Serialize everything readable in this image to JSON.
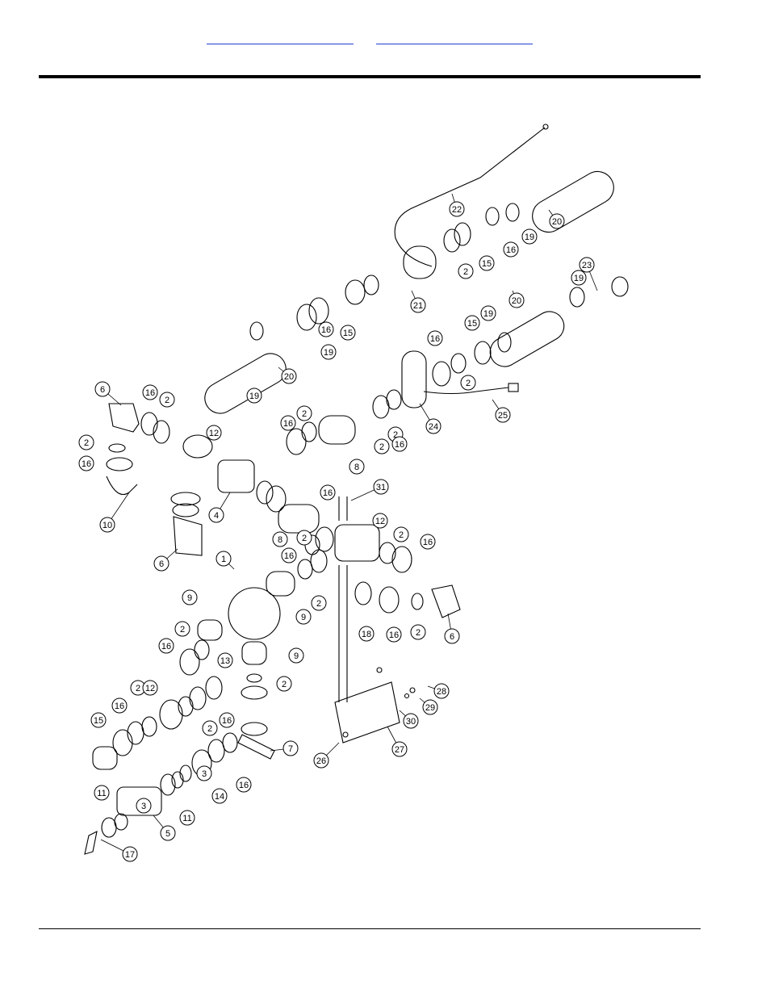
{
  "header": {
    "links": [
      "",
      ""
    ]
  },
  "diagram": {
    "callouts": [
      {
        "id": "c1",
        "label": "1"
      },
      {
        "id": "c2a",
        "label": "2"
      },
      {
        "id": "c2b",
        "label": "2"
      },
      {
        "id": "c2c",
        "label": "2"
      },
      {
        "id": "c2d",
        "label": "2"
      },
      {
        "id": "c2e",
        "label": "2"
      },
      {
        "id": "c2f",
        "label": "2"
      },
      {
        "id": "c2g",
        "label": "2"
      },
      {
        "id": "c2h",
        "label": "2"
      },
      {
        "id": "c2i",
        "label": "2"
      },
      {
        "id": "c2j",
        "label": "2"
      },
      {
        "id": "c2k",
        "label": "2"
      },
      {
        "id": "c2l",
        "label": "2"
      },
      {
        "id": "c2m",
        "label": "2"
      },
      {
        "id": "c2n",
        "label": "2"
      },
      {
        "id": "c2o",
        "label": "2"
      },
      {
        "id": "c3a",
        "label": "3"
      },
      {
        "id": "c3b",
        "label": "3"
      },
      {
        "id": "c4",
        "label": "4"
      },
      {
        "id": "c5",
        "label": "5"
      },
      {
        "id": "c6a",
        "label": "6"
      },
      {
        "id": "c6b",
        "label": "6"
      },
      {
        "id": "c6c",
        "label": "6"
      },
      {
        "id": "c7",
        "label": "7"
      },
      {
        "id": "c8a",
        "label": "8"
      },
      {
        "id": "c8b",
        "label": "8"
      },
      {
        "id": "c9a",
        "label": "9"
      },
      {
        "id": "c9b",
        "label": "9"
      },
      {
        "id": "c9c",
        "label": "9"
      },
      {
        "id": "c10",
        "label": "10"
      },
      {
        "id": "c11a",
        "label": "11"
      },
      {
        "id": "c11b",
        "label": "11"
      },
      {
        "id": "c12a",
        "label": "12"
      },
      {
        "id": "c12b",
        "label": "12"
      },
      {
        "id": "c12c",
        "label": "12"
      },
      {
        "id": "c13",
        "label": "13"
      },
      {
        "id": "c14",
        "label": "14"
      },
      {
        "id": "c15a",
        "label": "15"
      },
      {
        "id": "c15b",
        "label": "15"
      },
      {
        "id": "c15c",
        "label": "15"
      },
      {
        "id": "c15d",
        "label": "15"
      },
      {
        "id": "c16a",
        "label": "16"
      },
      {
        "id": "c16b",
        "label": "16"
      },
      {
        "id": "c16c",
        "label": "16"
      },
      {
        "id": "c16d",
        "label": "16"
      },
      {
        "id": "c16e",
        "label": "16"
      },
      {
        "id": "c16f",
        "label": "16"
      },
      {
        "id": "c16g",
        "label": "16"
      },
      {
        "id": "c16h",
        "label": "16"
      },
      {
        "id": "c16i",
        "label": "16"
      },
      {
        "id": "c16j",
        "label": "16"
      },
      {
        "id": "c16k",
        "label": "16"
      },
      {
        "id": "c16l",
        "label": "16"
      },
      {
        "id": "c16m",
        "label": "16"
      },
      {
        "id": "c16n",
        "label": "16"
      },
      {
        "id": "c16o",
        "label": "16"
      },
      {
        "id": "c17",
        "label": "17"
      },
      {
        "id": "c18",
        "label": "18"
      },
      {
        "id": "c19a",
        "label": "19"
      },
      {
        "id": "c19b",
        "label": "19"
      },
      {
        "id": "c19c",
        "label": "19"
      },
      {
        "id": "c19d",
        "label": "19"
      },
      {
        "id": "c19e",
        "label": "19"
      },
      {
        "id": "c20a",
        "label": "20"
      },
      {
        "id": "c20b",
        "label": "20"
      },
      {
        "id": "c20c",
        "label": "20"
      },
      {
        "id": "c21",
        "label": "21"
      },
      {
        "id": "c22",
        "label": "22"
      },
      {
        "id": "c23",
        "label": "23"
      },
      {
        "id": "c24",
        "label": "24"
      },
      {
        "id": "c25",
        "label": "25"
      },
      {
        "id": "c26",
        "label": "26"
      },
      {
        "id": "c27",
        "label": "27"
      },
      {
        "id": "c28",
        "label": "28"
      },
      {
        "id": "c29",
        "label": "29"
      },
      {
        "id": "c30",
        "label": "30"
      },
      {
        "id": "c31",
        "label": "31"
      }
    ]
  }
}
